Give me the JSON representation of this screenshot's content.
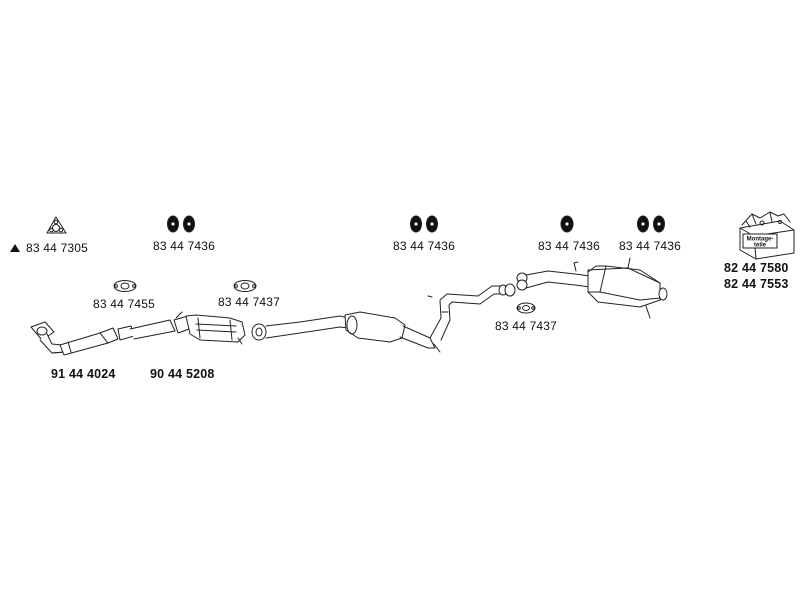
{
  "parts": {
    "flange_gasket_front": "83 44 7305",
    "hanger_1": "83 44 7436",
    "hanger_2": "83 44 7436",
    "hanger_3": "83 44 7436",
    "hanger_4": "83 44 7436",
    "gasket_front_pipe": "83 44 7455",
    "gasket_catalyst": "83 44 7437",
    "gasket_rear": "83 44 7437",
    "front_pipe": "91 44 4024",
    "catalyst": "90 44 5208",
    "mounting_kit_1": "82 44 7580",
    "mounting_kit_2": "82 44 7553"
  },
  "mounting_box": {
    "line1": "Montage-",
    "line2": "teile"
  }
}
